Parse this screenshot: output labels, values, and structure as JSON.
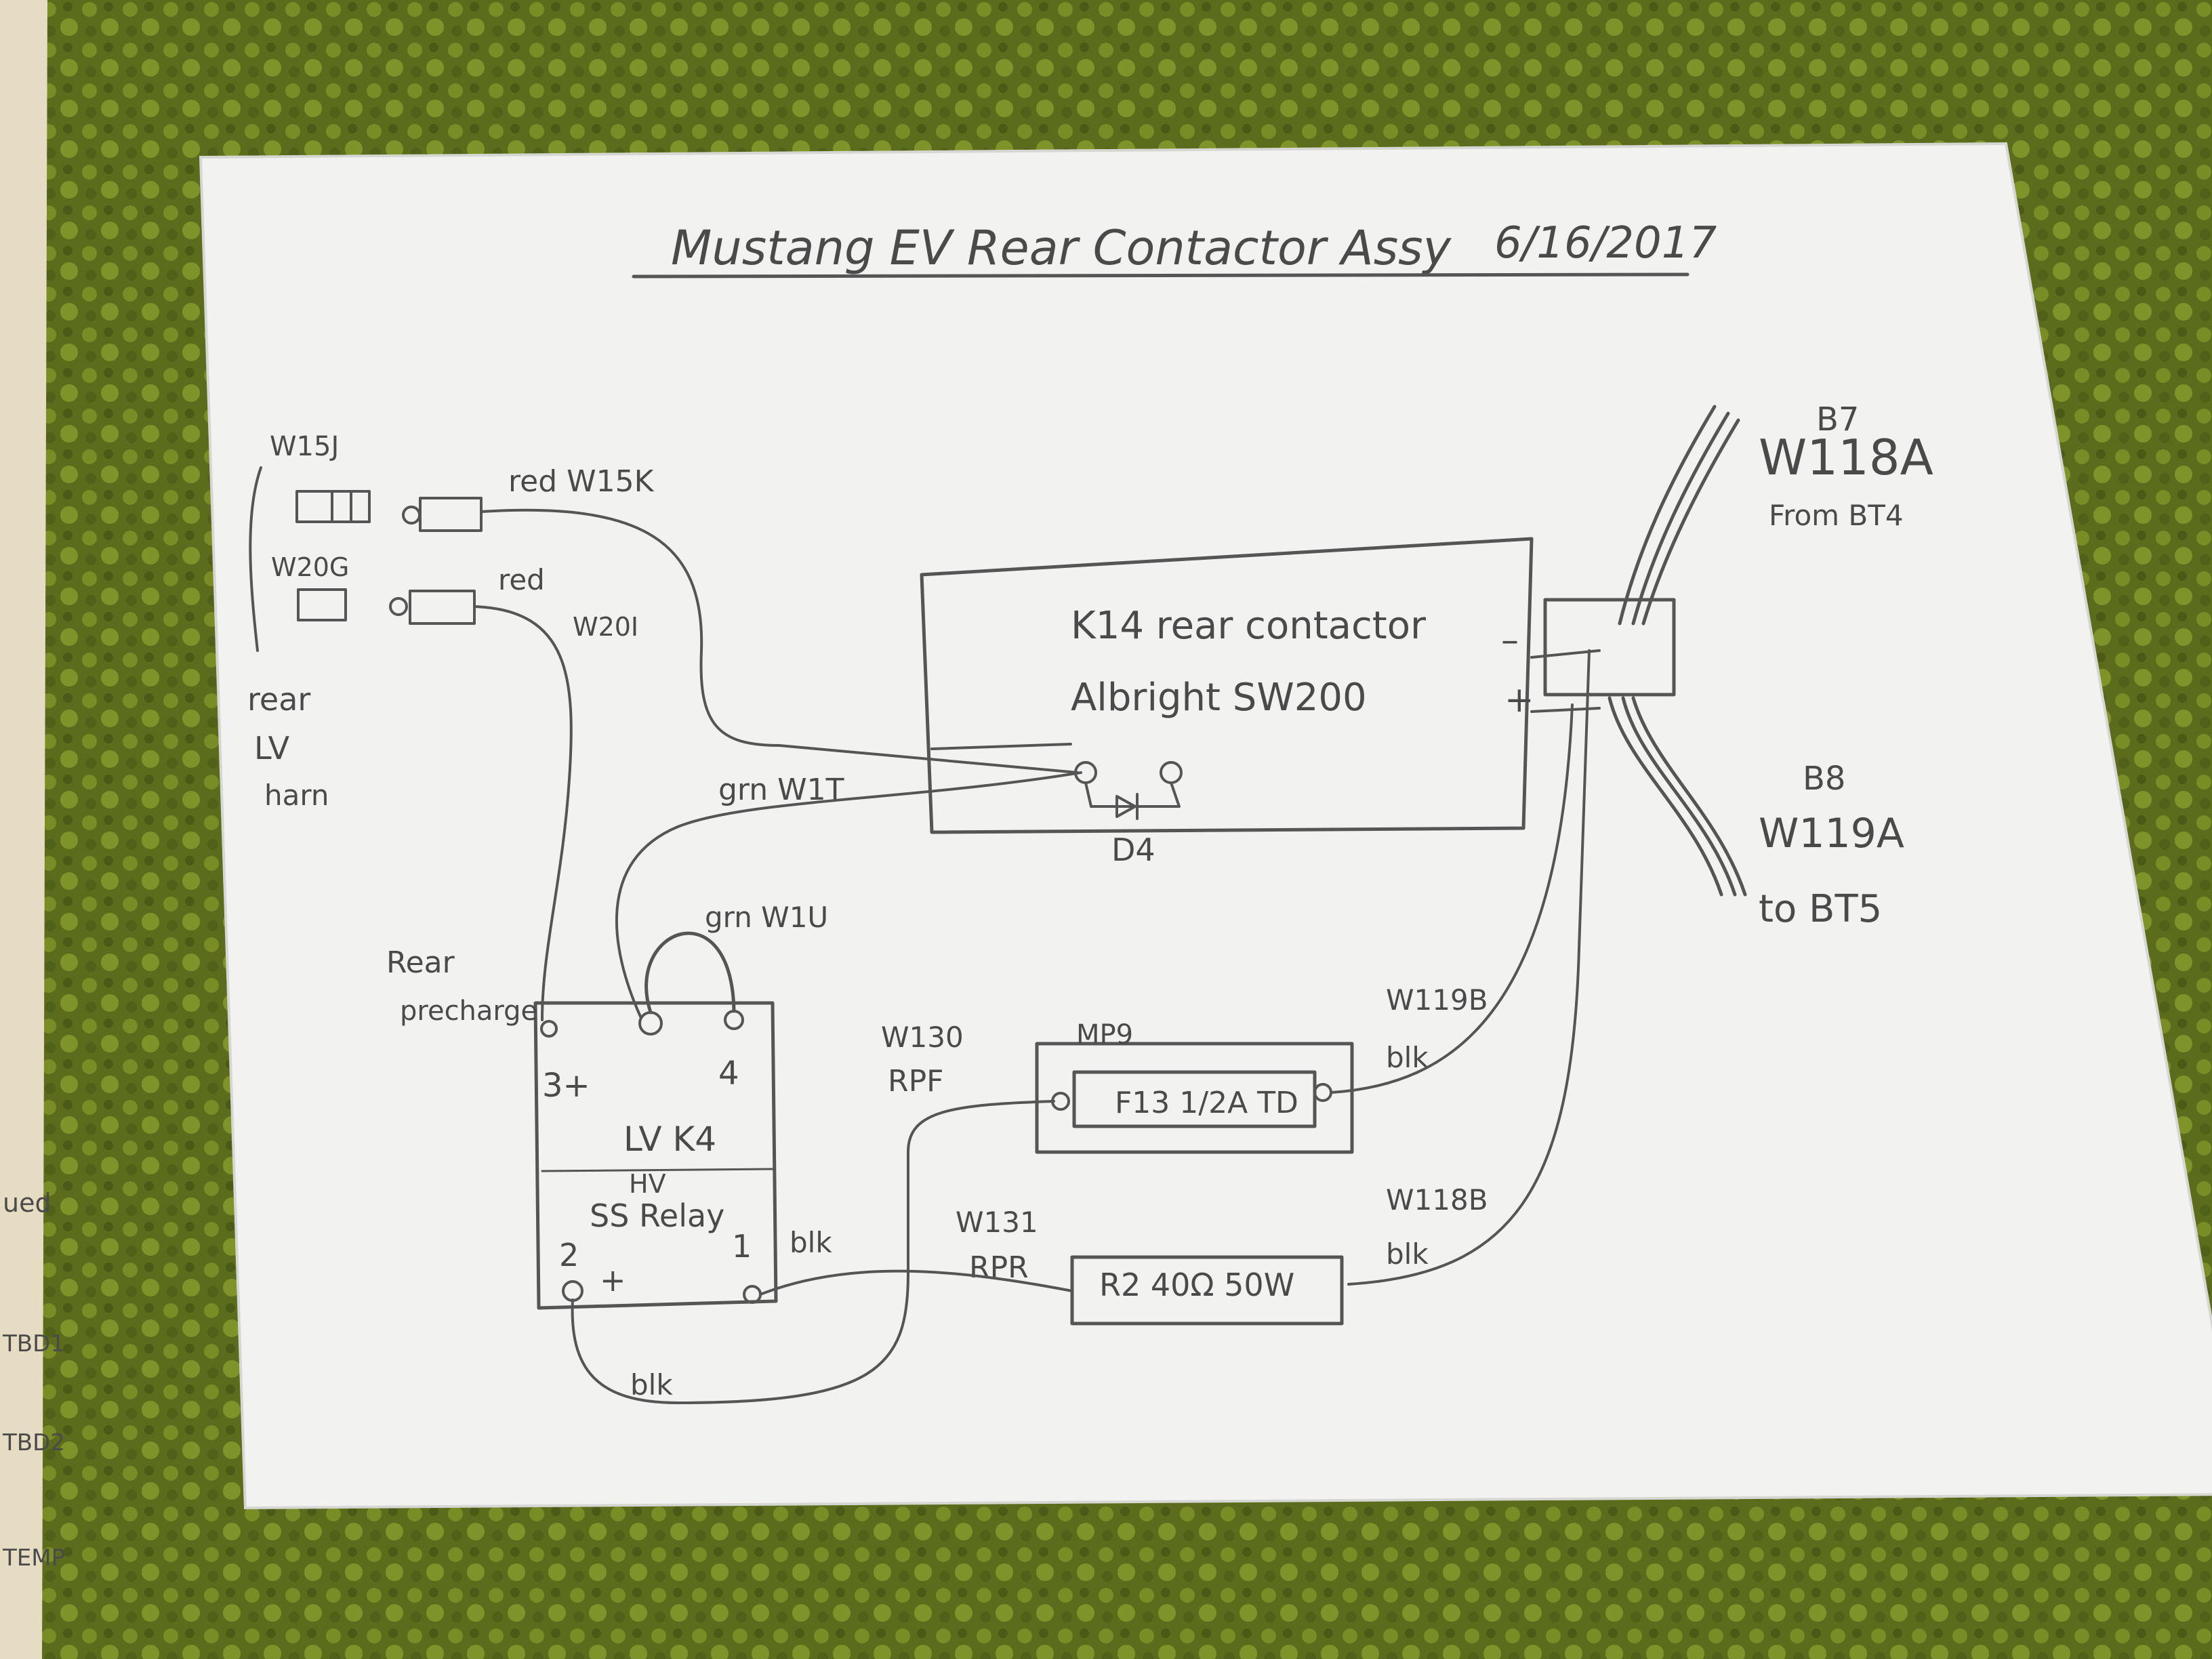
{
  "title": "Mustang EV Rear Contactor Assy",
  "date": "6/16/2017",
  "colors": {
    "carpet": "#5d6f1f",
    "carpet_light": "#8ea52f",
    "paper": "#f2f2f0",
    "side_paper": "#e6dcc4",
    "ink": "#555555"
  },
  "connectors": {
    "w15j": "W15J",
    "w15k": "red W15K",
    "w20g": "W20G",
    "red2": "red",
    "w20i": "W20I",
    "rear_lv_harness": [
      "rear",
      "LV",
      "harn"
    ]
  },
  "contactor": {
    "line1": "K14   rear contactor",
    "line2": "Albright  SW200",
    "minus": "–",
    "plus": "+",
    "diode": "D4",
    "coil_wire": "grn  W1T"
  },
  "battery": {
    "b7": "B7",
    "w118a": "W118A",
    "from_bt4": "From BT4",
    "b8": "B8",
    "w119a": "W119A",
    "to_bt5": "to BT5"
  },
  "relay": {
    "label_precharge": [
      "Rear",
      "precharge"
    ],
    "jumper": "grn W1U",
    "pin3": "3+",
    "pin4": "4",
    "lv": "LV K4",
    "hv": "HV",
    "ss": "SS Relay",
    "pin2": "2",
    "plus": "+",
    "pin1": "1"
  },
  "fuse": {
    "holder": "MP9",
    "body": "F13  1/2A TD",
    "wire_left": [
      "W130",
      "RPF"
    ],
    "wire_right": [
      "W119B",
      "blk"
    ]
  },
  "resistor": {
    "body": "R2  40Ω 50W",
    "wire_left": [
      "W131",
      "RPR"
    ],
    "wire_right": [
      "W118B",
      "blk"
    ],
    "blk_a": "blk",
    "blk_b": "blk"
  },
  "side_sheet": [
    "TBD1",
    "TBD2",
    "TEMP",
    "ued"
  ]
}
